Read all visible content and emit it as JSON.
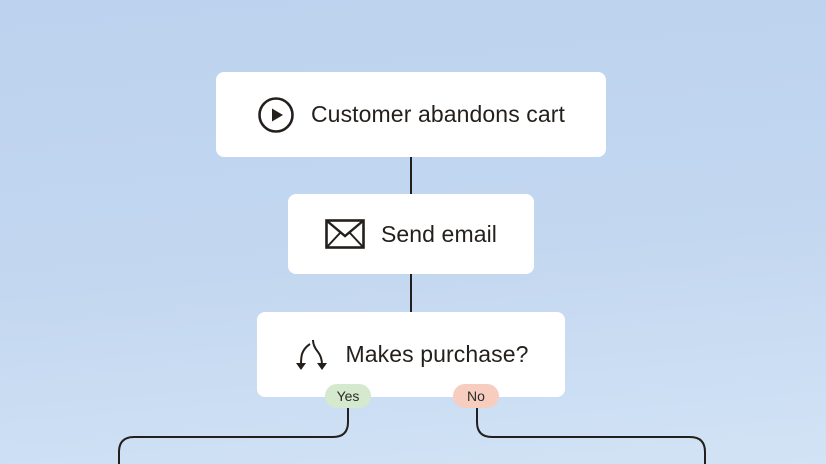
{
  "flow": {
    "trigger": {
      "label": "Customer abandons cart",
      "icon": "play-circle-icon"
    },
    "action": {
      "label": "Send email",
      "icon": "envelope-icon"
    },
    "condition": {
      "label": "Makes purchase?",
      "icon": "branch-split-icon",
      "branches": [
        {
          "label": "Yes",
          "color": "#d5e9cf"
        },
        {
          "label": "No",
          "color": "#f6cdbf"
        }
      ]
    }
  },
  "colors": {
    "background": "#c3d7f0",
    "node": "#ffffff",
    "line": "#231f1c"
  }
}
